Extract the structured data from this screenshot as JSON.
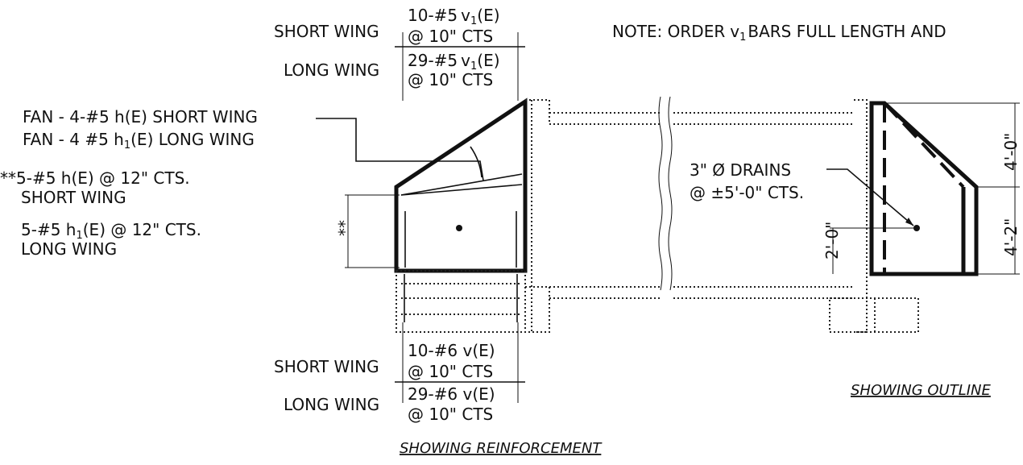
{
  "top_callout": {
    "short_wing": "SHORT WING",
    "long_wing": "LONG WING",
    "short_bars": "10-#5",
    "short_bars_mark": "v",
    "short_bars_sub": "1",
    "short_bars_suffix": "(E)",
    "short_spacing": "@ 10\" CTS",
    "long_bars": "29-#5",
    "long_bars_mark": "v",
    "long_bars_sub": "1",
    "long_bars_suffix": "(E)",
    "long_spacing": "@ 10\" CTS"
  },
  "note": {
    "prefix": "NOTE: ORDER",
    "mark": "v",
    "sub": "1",
    "rest": "BARS FULL LENGTH AND"
  },
  "fan": {
    "line1": "FAN - 4-#5 h(E) SHORT WING",
    "line2_a": "FAN - 4 #5 h",
    "line2_sub": "1",
    "line2_b": "(E) LONG WING"
  },
  "horizontal": {
    "marker": "**",
    "line1": "5-#5 h(E) @ 12\" CTS.",
    "line2": "SHORT WING",
    "line3_a": "5-#5 h",
    "line3_sub": "1",
    "line3_b": "(E) @ 12\" CTS.",
    "line4": "LONG WING",
    "dimension_marker": "**"
  },
  "bottom_callout": {
    "short_wing": "SHORT WING",
    "long_wing": "LONG WING",
    "short_bars": "10-#6 v(E)",
    "short_spacing": "@ 10\" CTS",
    "long_bars": "29-#6 v(E)",
    "long_spacing": "@ 10\" CTS"
  },
  "drains": {
    "line1": "3\" Ø DRAINS",
    "line2": "@ ±5'-0\" CTS."
  },
  "dimensions": {
    "upper": "4'-0\"",
    "lower": "4'-2\"",
    "drain_height": "2'-0\""
  },
  "titles": {
    "reinforcement": "SHOWING REINFORCEMENT",
    "outline": "SHOWING OUTLINE"
  }
}
